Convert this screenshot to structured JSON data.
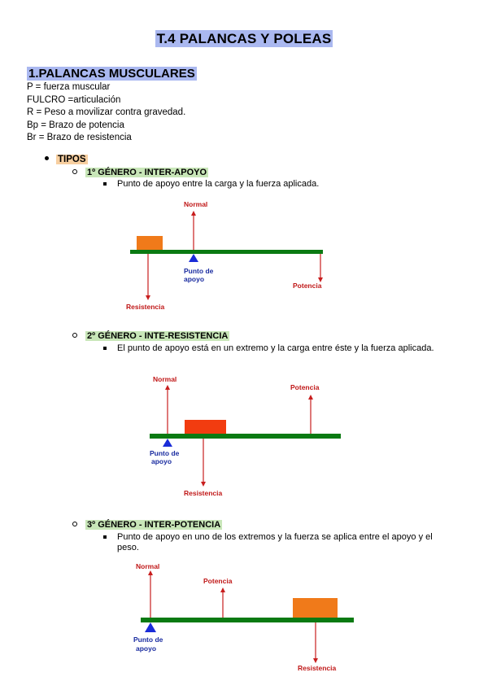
{
  "title": "T.4 PALANCAS Y POLEAS",
  "section1": {
    "heading": "1.PALANCAS MUSCULARES",
    "definitions": [
      "P = fuerza muscular",
      "FULCRO =articulación",
      "R = Peso a movilizar contra gravedad.",
      "Bp = Brazo de potencia",
      "Br = Brazo de resistencia"
    ]
  },
  "tipos_label": "TIPOS",
  "generos": [
    {
      "heading": "1º GÉNERO - INTER-APOYO",
      "description": "Punto de apoyo entre la carga y la fuerza aplicada.",
      "labels": {
        "normal": "Normal",
        "apoyo_1": "Punto de",
        "apoyo_2": "apoyo",
        "potencia": "Potencia",
        "resistencia": "Resistencia"
      }
    },
    {
      "heading": "2º GÉNERO - INTE-RESISTENCIA",
      "description": "El punto de apoyo está en un extremo y la carga entre éste y la fuerza aplicada.",
      "labels": {
        "normal": "Normal",
        "apoyo_1": "Punto de",
        "apoyo_2": "apoyo",
        "potencia": "Potencia",
        "resistencia": "Resistencia"
      }
    },
    {
      "heading": "3º GÉNERO - INTER-POTENCIA",
      "description": "Punto de apoyo en uno de los extremos y la fuerza se aplica entre el apoyo y el peso.",
      "labels": {
        "normal": "Normal",
        "apoyo_1": "Punto de",
        "apoyo_2": "apoyo",
        "potencia": "Potencia",
        "resistencia": "Resistencia"
      }
    }
  ],
  "colors": {
    "lever": "#0a7a12",
    "load": "#f07a1a",
    "arrow": "#c81e1e",
    "fulcrum": "#1a2cd8",
    "label_red": "#c01818",
    "label_blue": "#1a2ca0"
  }
}
